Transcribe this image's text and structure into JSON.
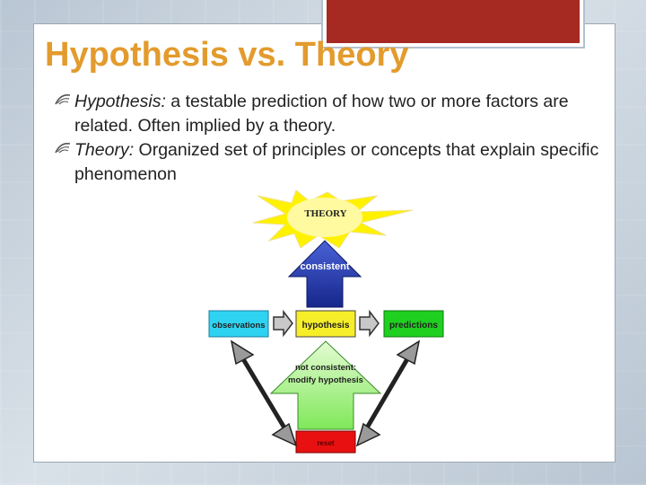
{
  "slide": {
    "title": "Hypothesis vs. Theory",
    "bullets": [
      {
        "term": "Hypothesis:",
        "text": "  a testable prediction of how two or more factors are related. Often implied by a theory."
      },
      {
        "term": "Theory:",
        "text": " Organized set of principles or concepts that explain specific phenomenon"
      }
    ]
  },
  "diagram": {
    "theory": "THEORY",
    "consistent": "consistent",
    "observations": "observations",
    "hypothesis": "hypothesis",
    "predictions": "predictions",
    "not_consistent_1": "not consistent:",
    "not_consistent_2": "modify hypothesis",
    "bottom": "reset"
  },
  "colors": {
    "title": "#e39b2d",
    "accent": "#a62a22",
    "sun": "#fff200",
    "blue_arrow": "#2036a8",
    "observations_box": "#2fd3f2",
    "hypothesis_box": "#f7ee2a",
    "predictions_box": "#20d020",
    "green_arrow": "#b7f59b",
    "bottom_box": "#e81010"
  }
}
